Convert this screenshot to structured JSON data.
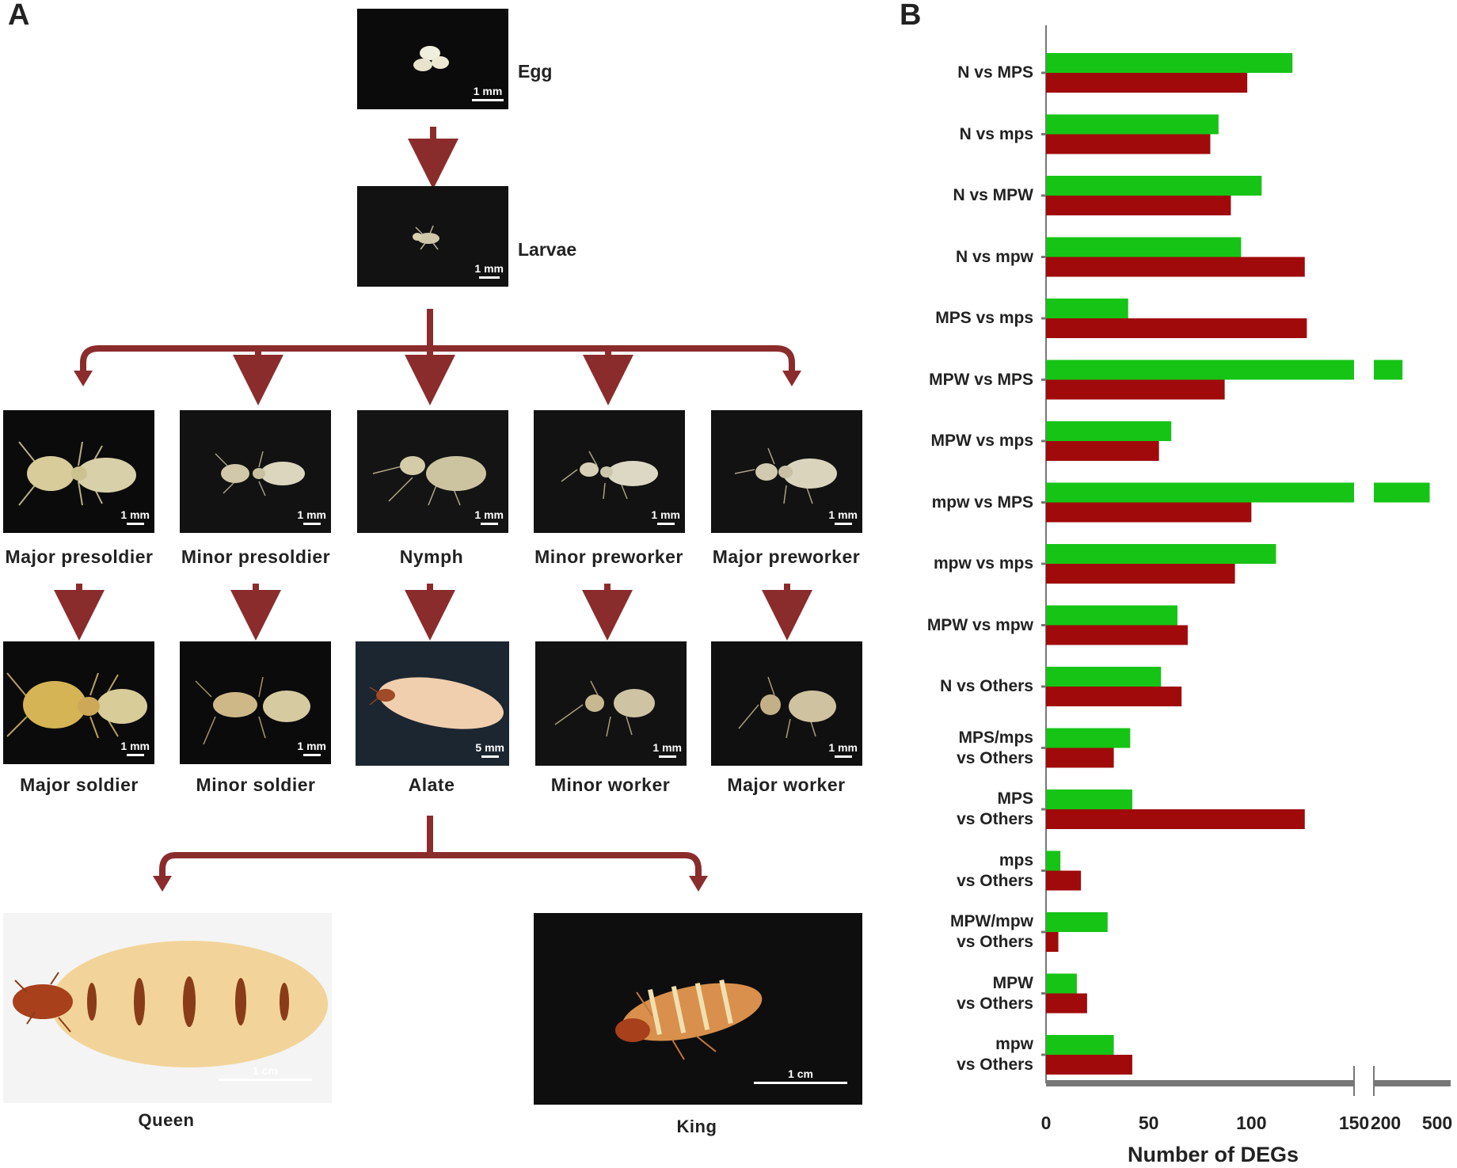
{
  "panels": {
    "a": "A",
    "b": "B"
  },
  "stages": {
    "egg": {
      "label": "Egg",
      "scale": "1 mm"
    },
    "larvae": {
      "label": "Larvae",
      "scale": "1 mm"
    },
    "row1": [
      {
        "label": "Major presoldier",
        "scale": "1 mm"
      },
      {
        "label": "Minor presoldier",
        "scale": "1 mm"
      },
      {
        "label": "Nymph",
        "scale": "1 mm"
      },
      {
        "label": "Minor preworker",
        "scale": "1 mm"
      },
      {
        "label": "Major preworker",
        "scale": "1 mm"
      }
    ],
    "row2": [
      {
        "label": "Major soldier",
        "scale": "1 mm"
      },
      {
        "label": "Minor soldier",
        "scale": "1 mm"
      },
      {
        "label": "Alate",
        "scale": "5 mm"
      },
      {
        "label": "Minor worker",
        "scale": "1 mm"
      },
      {
        "label": "Major worker",
        "scale": "1 mm"
      }
    ],
    "queen": {
      "label": "Queen",
      "scale": "1 cm"
    },
    "king": {
      "label": "King",
      "scale": "1 cm"
    }
  },
  "chart_data": {
    "type": "bar",
    "orientation": "horizontal",
    "categories": [
      [
        "N vs MPS"
      ],
      [
        "N vs mps"
      ],
      [
        "N vs MPW"
      ],
      [
        "N vs mpw"
      ],
      [
        "MPS vs mps"
      ],
      [
        "MPW vs MPS"
      ],
      [
        "MPW vs mps"
      ],
      [
        "mpw vs MPS"
      ],
      [
        "mpw vs mps"
      ],
      [
        "MPW vs mpw"
      ],
      [
        "N vs Others"
      ],
      [
        "MPS/mps",
        "vs Others"
      ],
      [
        "MPS",
        "vs Others"
      ],
      [
        "mps",
        "vs Others"
      ],
      [
        "MPW/mpw",
        "vs Others"
      ],
      [
        "MPW",
        "vs Others"
      ],
      [
        "mpw",
        "vs Others"
      ]
    ],
    "series": [
      {
        "color": "#16c416",
        "values": [
          120,
          84,
          105,
          95,
          40,
          235,
          61,
          360,
          112,
          64,
          56,
          41,
          42,
          7,
          30,
          15,
          33
        ]
      },
      {
        "color": "#a00a0a",
        "values": [
          98,
          80,
          90,
          126,
          127,
          87,
          55,
          100,
          92,
          69,
          66,
          33,
          126,
          17,
          6,
          20,
          42
        ]
      }
    ],
    "xlabel": "Number of DEGs",
    "x_ticks": [
      "0",
      "50",
      "100",
      "150",
      "200",
      "500"
    ],
    "axis_break": true,
    "xlim_segment1": [
      0,
      150
    ],
    "xlim_segment2": [
      150,
      500
    ],
    "colors": {
      "axis": "#777777"
    }
  }
}
